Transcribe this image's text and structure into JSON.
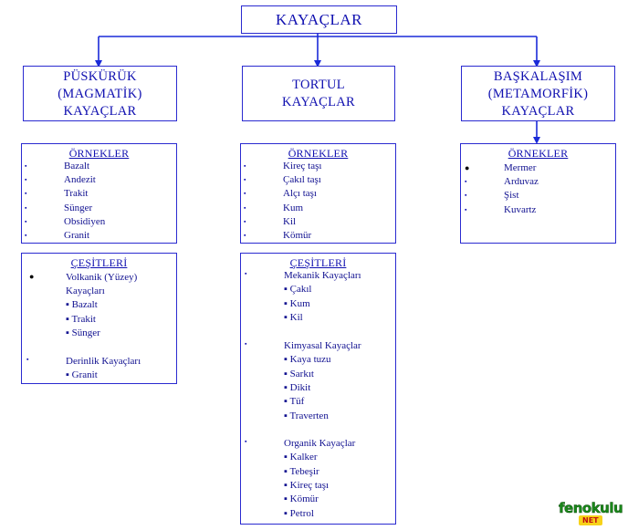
{
  "main_title": "KAYAÇLAR",
  "categories": [
    {
      "id": "puskuruk",
      "title": "PÜSKÜRÜK\n(MAGMATİK)\nKAYAÇLAR",
      "ornekler_title": "ÖRNEKLER",
      "ornekler": [
        "Bazalt",
        "Andezit",
        "Trakit",
        "Sünger",
        "Obsidiyen",
        "Granit"
      ],
      "cesitleri_title": "ÇEŞİTLERİ",
      "groups": [
        {
          "head_line1": "Volkanik (Yüzey)",
          "head_line2": "Kayaçları",
          "items": [
            "Bazalt",
            "Trakit",
            "Sünger"
          ]
        },
        {
          "head_line1": "Derinlik Kayaçları",
          "items": [
            "Granit"
          ]
        }
      ]
    },
    {
      "id": "tortul",
      "title": "TORTUL\nKAYAÇLAR",
      "ornekler_title": "ÖRNEKLER",
      "ornekler": [
        "Kireç taşı",
        "Çakıl taşı",
        "Alçı taşı",
        "Kum",
        "Kil",
        "Kömür"
      ],
      "cesitleri_title": "ÇEŞİTLERİ",
      "groups": [
        {
          "head_line1": "Mekanik Kayaçları",
          "items": [
            "Çakıl",
            "Kum",
            "Kil"
          ]
        },
        {
          "head_line1": "Kimyasal Kayaçlar",
          "items": [
            "Kaya tuzu",
            "Sarkıt",
            "Dikit",
            "Tüf",
            "Traverten"
          ]
        },
        {
          "head_line1": "Organik Kayaçlar",
          "items": [
            "Kalker",
            "Tebeşir",
            "Kireç taşı",
            "Kömür",
            "Petrol"
          ]
        }
      ]
    },
    {
      "id": "baskalasim",
      "title": "BAŞKALAŞIM\n(METAMORFİK)\nKAYAÇLAR",
      "ornekler_title": "ÖRNEKLER",
      "ornekler": [
        "Mermer",
        "Arduvaz",
        "Şist",
        "Kuvartz"
      ]
    }
  ],
  "logo": {
    "top": "fenokulu",
    "bottom": "NET"
  },
  "colors": {
    "border": "#2a2ad0",
    "title_text": "#1010b0",
    "arrow": "#1a2ad8",
    "logo_green": "#1a8a1a",
    "logo_badge": "#f7d21a"
  }
}
